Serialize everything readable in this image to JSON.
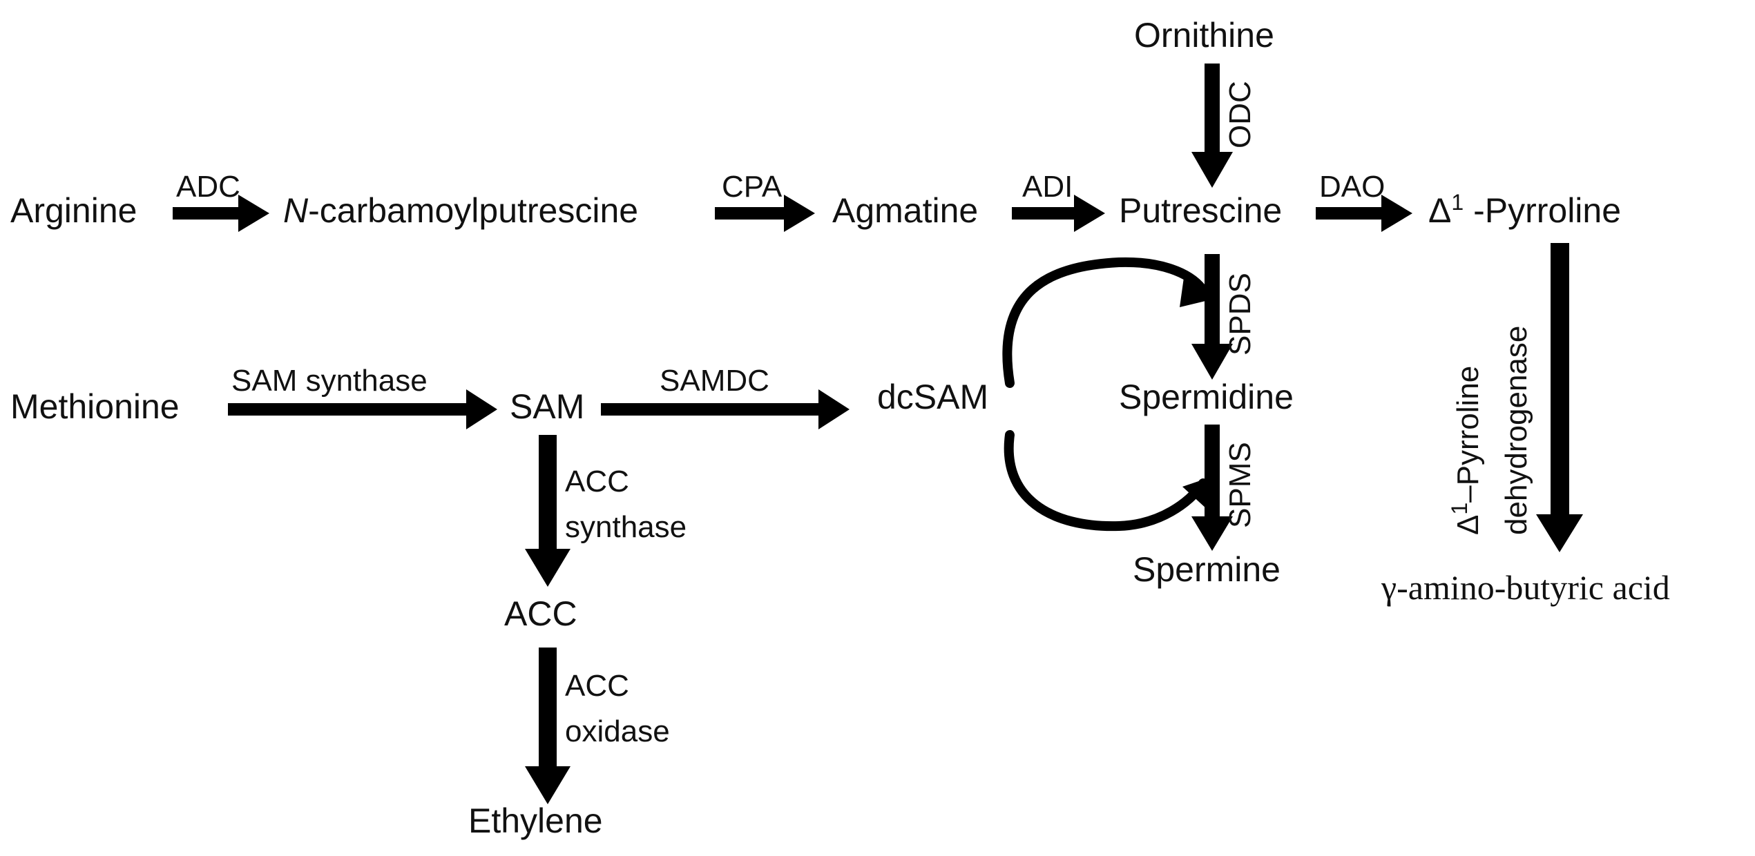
{
  "compounds": {
    "arginine": "Arginine",
    "n_carbamoyl_prefix": "N",
    "n_carbamoyl_rest": "-carbamoylputrescine",
    "agmatine": "Agmatine",
    "ornithine": "Ornithine",
    "putrescine": "Putrescine",
    "pyrroline_delta": "Δ",
    "pyrroline_sup": "1",
    "pyrroline_rest": " -Pyrroline",
    "methionine": "Methionine",
    "sam": "SAM",
    "dcsam": "dcSAM",
    "spermidine": "Spermidine",
    "spermine": "Spermine",
    "acc": "ACC",
    "ethylene": "Ethylene",
    "gaba": "γ-amino-butyric acid"
  },
  "enzymes": {
    "adc": "ADC",
    "cpa": "CPA",
    "adi": "ADI",
    "odc": "ODC",
    "dao": "DAO",
    "spds": "SPDS",
    "spms": "SPMS",
    "sam_synthase": "SAM synthase",
    "samdc": "SAMDC",
    "acc_synthase_line1": "ACC",
    "acc_synthase_line2": "synthase",
    "acc_oxidase_line1": "ACC",
    "acc_oxidase_line2": "oxidase",
    "pyrroline_dh_line1_delta": "Δ",
    "pyrroline_dh_line1_sup": "1",
    "pyrroline_dh_line1_rest": "–Pyrroline",
    "pyrroline_dh_line2": "dehydrogenase"
  }
}
